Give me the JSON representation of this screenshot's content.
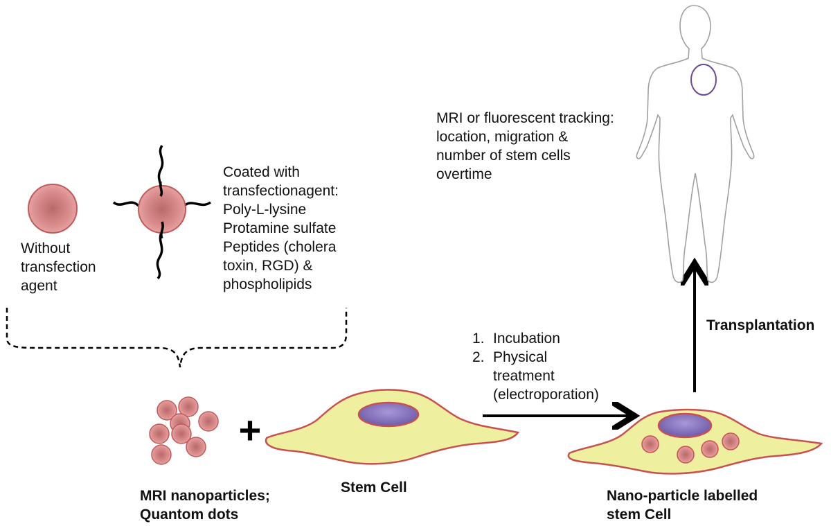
{
  "nanoparticle_without": {
    "label_lines": [
      "Without",
      "transfection",
      "agent"
    ]
  },
  "nanoparticle_coated": {
    "label_lines": [
      "Coated with",
      "transfectionagent:",
      "Poly-L-lysine",
      "Protamine sulfate",
      "Peptides (cholera",
      "toxin, RGD) &",
      "phospholipids"
    ]
  },
  "tracking": {
    "label_lines": [
      "MRI or fluorescent tracking:",
      "location, migration &",
      "number of stem cells",
      "overtime"
    ]
  },
  "nanoparticles_cluster": {
    "label_lines": [
      "MRI nanoparticles;",
      "Quantom dots"
    ]
  },
  "plus_sign": "+",
  "stem_cell": {
    "label": "Stem Cell"
  },
  "labelling_steps": [
    {
      "num": "1.",
      "lines": [
        "Incubation"
      ]
    },
    {
      "num": "2.",
      "lines": [
        "Physical",
        "treatment",
        "(electroporation)"
      ]
    }
  ],
  "labelled_cell": {
    "label_lines": [
      "Nano-particle labelled",
      "stem Cell"
    ]
  },
  "transplantation": {
    "label": "Transplantation"
  },
  "colors": {
    "particle_fill": "#d98a8a",
    "particle_stroke": "#c25a5a",
    "cell_fill": "#eef0a0",
    "cell_stroke": "#c85050",
    "nucleus_fill": "#8a6fb8",
    "heart_outline": "#6a4a9a",
    "body_outline": "#a0a0a0"
  }
}
